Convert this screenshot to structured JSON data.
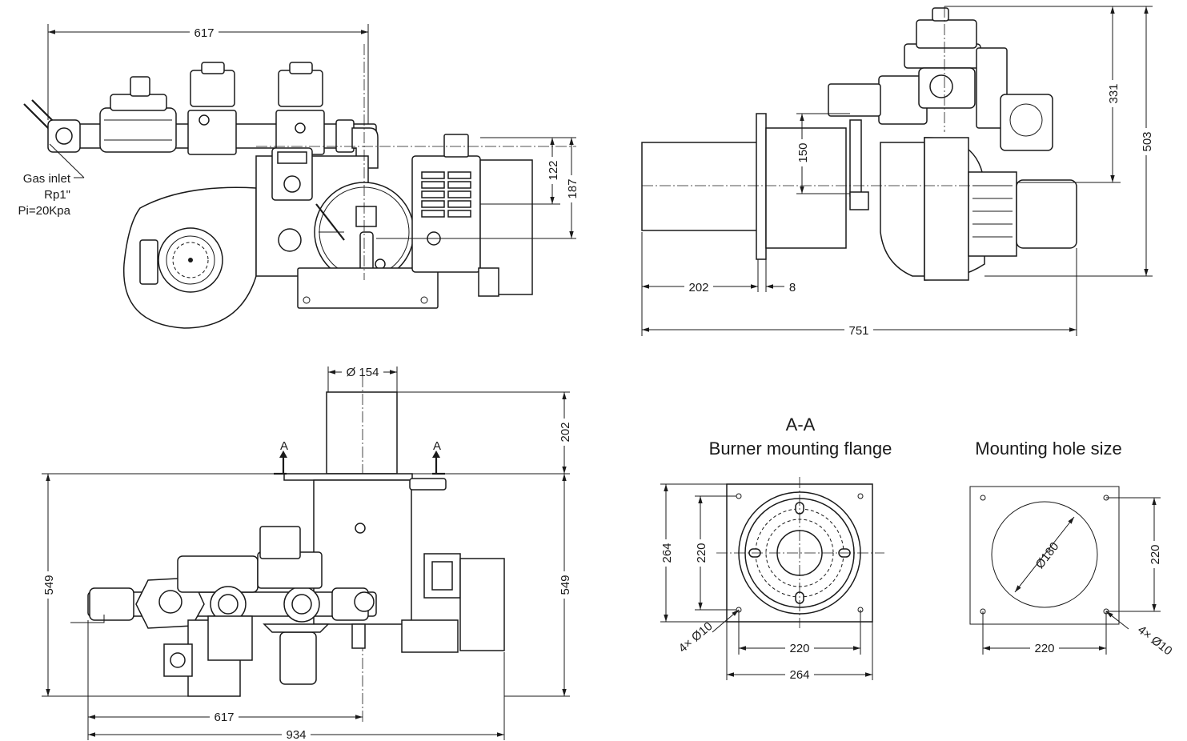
{
  "views": {
    "front": {
      "dim_width": "617",
      "dim_h1": "122",
      "dim_h2": "187",
      "gas_inlet": {
        "line1": "Gas inlet",
        "line2": "Rp1\"",
        "line3": "Pi=20Kpa"
      }
    },
    "side": {
      "dim_height_upper": "331",
      "dim_height_total": "503",
      "dim_tube_height": "150",
      "dim_tube_length": "202",
      "dim_flange": "8",
      "dim_total_length": "751"
    },
    "top": {
      "dim_tube_dia": "Ø 154",
      "dim_tube_len": "202",
      "dim_left_height": "549",
      "dim_right_height": "549",
      "dim_width": "617",
      "dim_total_width": "934",
      "section_mark_left": "A",
      "section_mark_right": "A"
    },
    "flange": {
      "section_title": "A-A",
      "title": "Burner mounting flange",
      "dim_outer_v": "264",
      "dim_inner_v": "220",
      "dim_inner_h": "220",
      "dim_outer_h": "264",
      "hole_note": "4× Ø10"
    },
    "hole": {
      "title": "Mounting hole size",
      "dim_diameter": "Ø180",
      "dim_v": "220",
      "dim_h": "220",
      "hole_note": "4× Ø10"
    }
  },
  "colors": {
    "line": "#1a1a1a",
    "background": "#ffffff"
  }
}
